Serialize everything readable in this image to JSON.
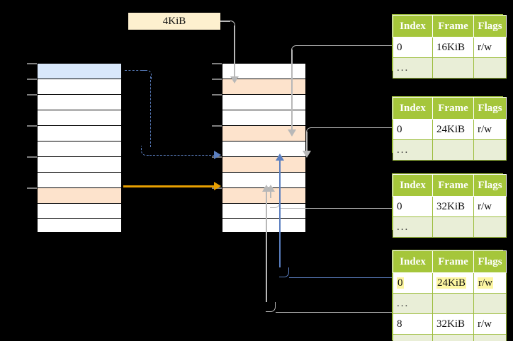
{
  "diagram": {
    "title_label": "4KiB",
    "columns": {
      "left": {
        "name": "virtual-address-column",
        "cells": [
          "",
          "",
          "",
          "",
          "",
          "",
          "",
          "",
          "",
          "",
          ""
        ]
      },
      "middle": {
        "name": "physical-memory-column",
        "cells": [
          "",
          "",
          "",
          "",
          "",
          "",
          "",
          "",
          "",
          "",
          ""
        ]
      }
    },
    "tables": [
      {
        "name": "page-table-level-1",
        "headers": [
          "Index",
          "Frame",
          "Flags"
        ],
        "rows": [
          {
            "index": "0",
            "frame": "16KiB",
            "flags": "r/w",
            "highlight": false
          },
          {
            "index": "...",
            "frame": "",
            "flags": "",
            "ellipsis": true
          }
        ]
      },
      {
        "name": "page-table-level-2",
        "headers": [
          "Index",
          "Frame",
          "Flags"
        ],
        "rows": [
          {
            "index": "0",
            "frame": "24KiB",
            "flags": "r/w",
            "highlight": false
          },
          {
            "index": "...",
            "frame": "",
            "flags": "",
            "ellipsis": true
          }
        ]
      },
      {
        "name": "page-table-level-3",
        "headers": [
          "Index",
          "Frame",
          "Flags"
        ],
        "rows": [
          {
            "index": "0",
            "frame": "32KiB",
            "flags": "r/w",
            "highlight": false
          },
          {
            "index": "...",
            "frame": "",
            "flags": "",
            "ellipsis": true
          }
        ]
      },
      {
        "name": "page-table-level-4",
        "headers": [
          "Index",
          "Frame",
          "Flags"
        ],
        "rows": [
          {
            "index": "0",
            "frame": "24KiB",
            "flags": "r/w",
            "highlight": true
          },
          {
            "index": "...",
            "frame": "",
            "flags": "",
            "ellipsis": true
          },
          {
            "index": "8",
            "frame": "32KiB",
            "flags": "r/w",
            "highlight": false
          },
          {
            "index": "...",
            "frame": "",
            "flags": "",
            "ellipsis": true
          }
        ]
      }
    ],
    "colors": {
      "header_green": "#a5c63b",
      "ellipsis_green": "#e9eed7",
      "highlight_yellow": "#fcf6a2",
      "label_cream": "#fdf0cf",
      "cell_blue": "#d9e8fb",
      "cell_peach": "#fde3cc",
      "connector_gray": "#b8b8b8",
      "connector_blue": "#5b7fc0",
      "connector_orange": "#e8a000"
    }
  }
}
